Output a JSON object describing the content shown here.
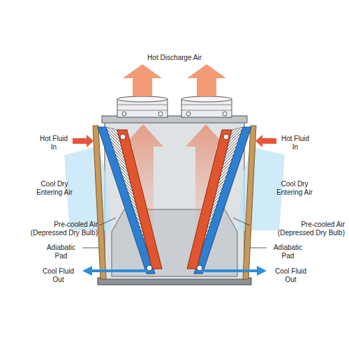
{
  "diagram": {
    "labels": [
      "Hot Discharge Air",
      "Hot Fluid In",
      "Hot Fluid In",
      "Cool Dry Entering Air",
      "Cool Dry Entering Air",
      "Pre-cooled Air (Depressed Dry Bulb)",
      "Pre-cooled Air (Depressed Dry Bulb)",
      "Adiabatic Pad",
      "Adiabatic Pad",
      "Cool Fluid Out",
      "Cool Fluid Out"
    ]
  }
}
